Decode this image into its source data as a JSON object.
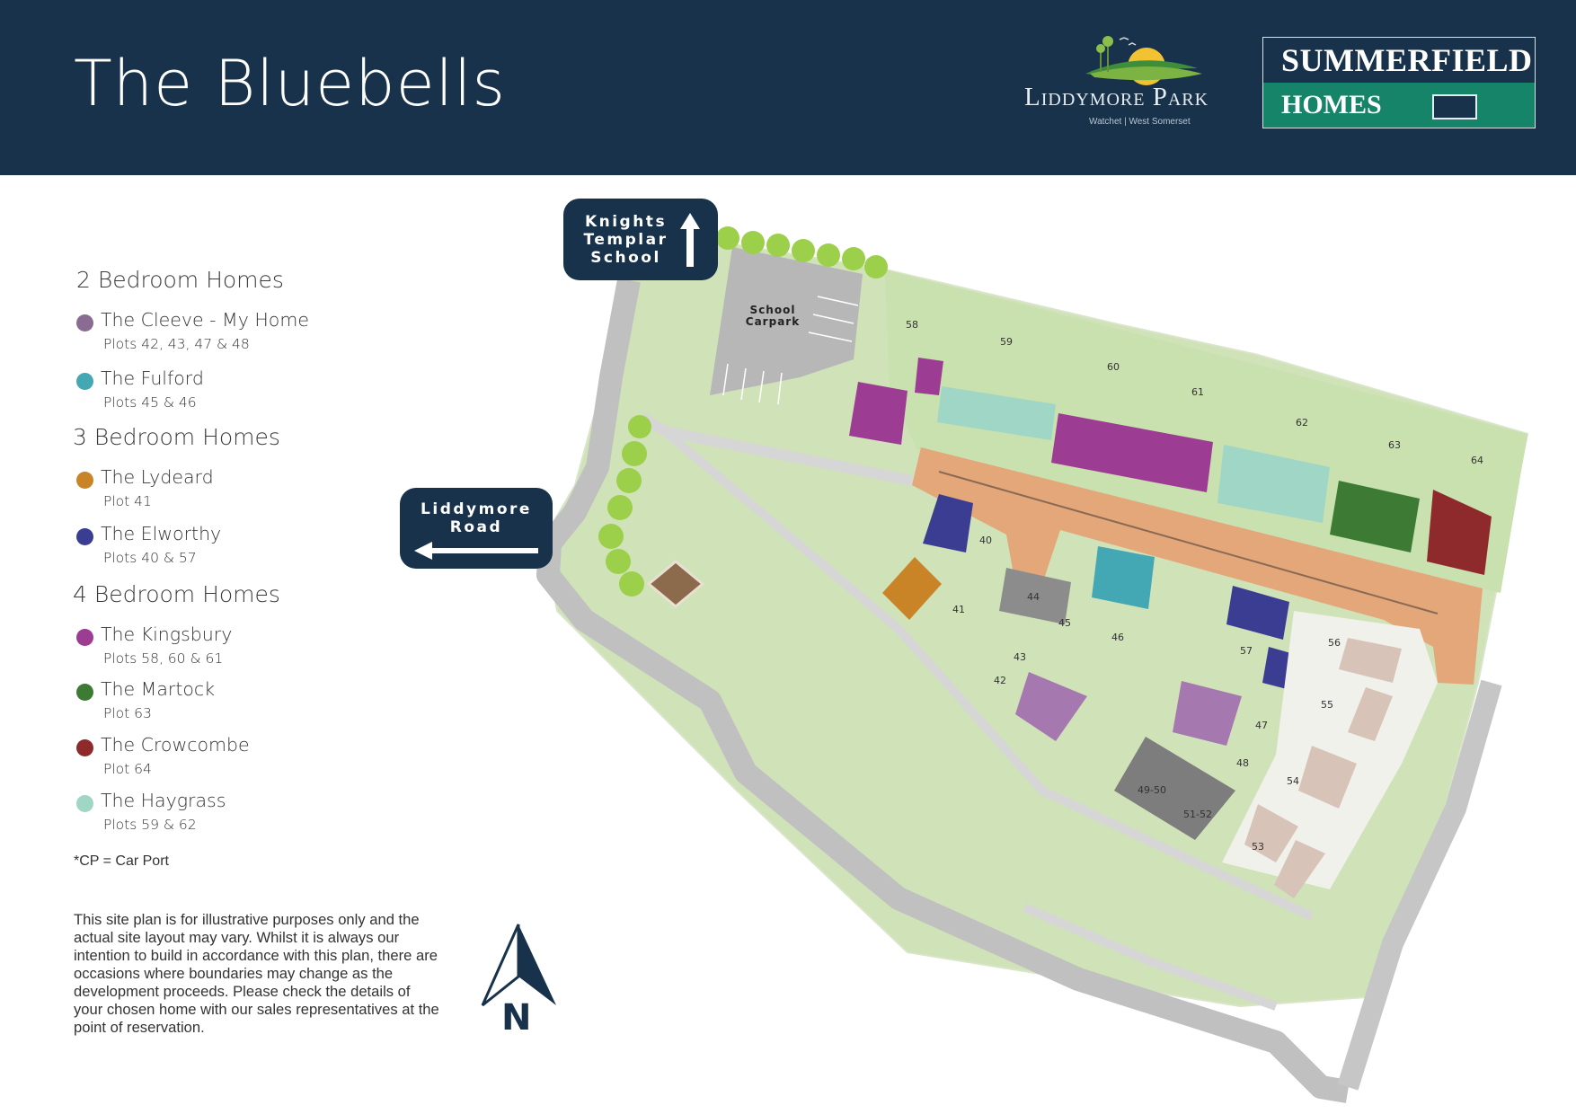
{
  "header": {
    "title": "The Bluebells",
    "brand_primary": "#17324a",
    "brand_accent": "#158468"
  },
  "logos": {
    "liddymore": {
      "name": "Liddymore Park",
      "subtitle": "Watchet | West Somerset"
    },
    "summerfield": {
      "line1": "SUMMERFIELD",
      "line2": "HOMES"
    }
  },
  "legend": {
    "categories": [
      {
        "title": "2 Bedroom Homes",
        "items": [
          {
            "name": "The Cleeve - My Home",
            "plots": "Plots 42, 43, 47 & 48",
            "color": "#8a6b91"
          },
          {
            "name": "The Fulford",
            "plots": "Plots 45 & 46",
            "color": "#43a8b4"
          }
        ]
      },
      {
        "title": "3 Bedroom Homes",
        "items": [
          {
            "name": "The Lydeard",
            "plots": "Plot 41",
            "color": "#c98427"
          },
          {
            "name": "The Elworthy",
            "plots": "Plots 40 & 57",
            "color": "#3a3d92"
          }
        ]
      },
      {
        "title": "4 Bedroom Homes",
        "items": [
          {
            "name": "The Kingsbury",
            "plots": "Plots 58, 60 & 61",
            "color": "#9c3c93"
          },
          {
            "name": "The Martock",
            "plots": "Plot 63",
            "color": "#3d7b35"
          },
          {
            "name": "The Crowcombe",
            "plots": "Plot 64",
            "color": "#8e2a2b"
          },
          {
            "name": "The Haygrass",
            "plots": "Plots 59 & 62",
            "color": "#9fd6c6"
          }
        ]
      }
    ],
    "note": "*CP = Car Port"
  },
  "disclaimer": "This site plan is for illustrative purposes only and the actual site layout may vary. Whilst it is always our intention to build in accordance with this plan, there are occasions where boundaries may change as the development proceeds. Please check the details of your chosen home with our sales representatives at the point of reservation.",
  "compass": {
    "label": "N"
  },
  "signs": {
    "school": "Knights Templar School",
    "road": "Liddymore Road"
  },
  "map": {
    "carpark_label": "School Carpark",
    "plot_labels": [
      "58",
      "59",
      "60",
      "61",
      "62",
      "63",
      "64",
      "40",
      "41",
      "42",
      "43",
      "44",
      "45",
      "46",
      "47",
      "48",
      "49-50",
      "51-52",
      "53",
      "54",
      "55",
      "56",
      "57"
    ]
  }
}
